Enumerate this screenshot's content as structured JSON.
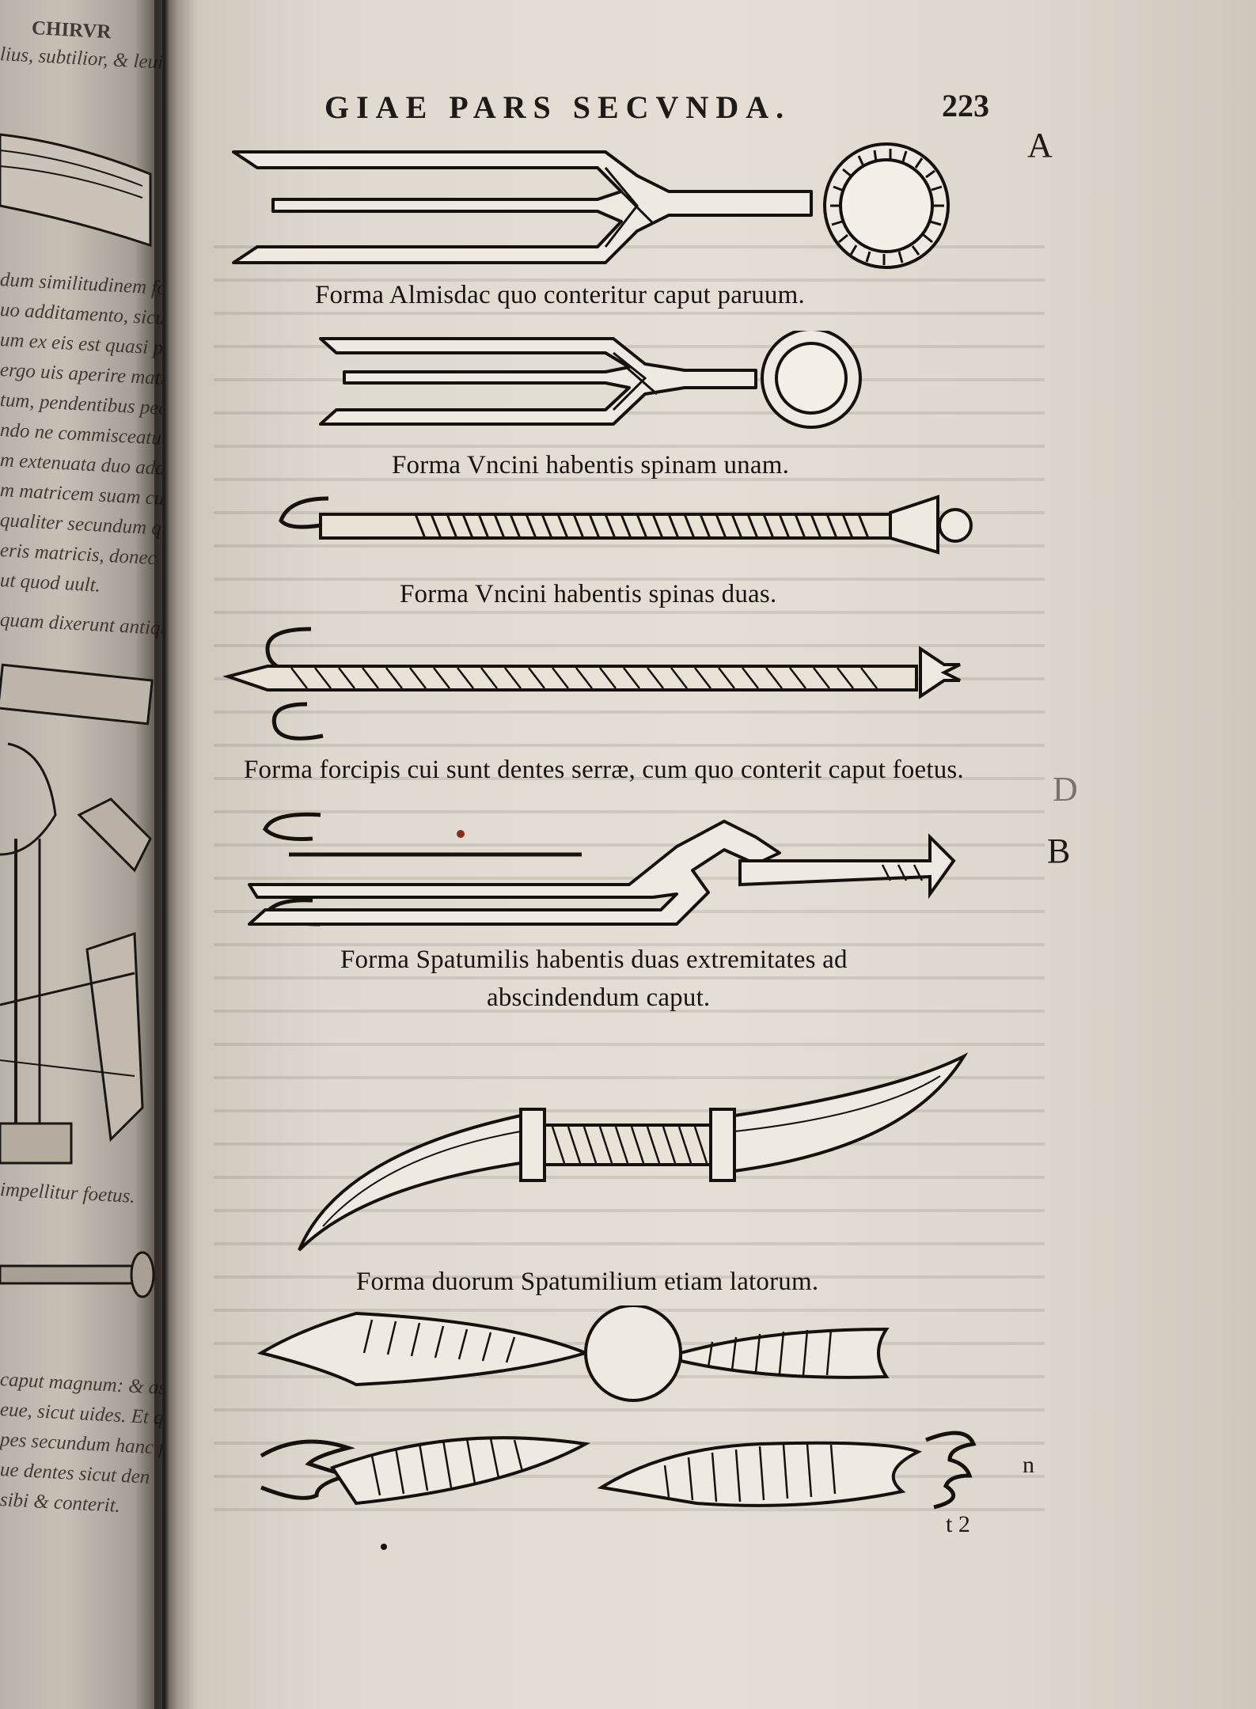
{
  "page": {
    "running_head": "GIAE PARS SECVNDA.",
    "page_number": "223",
    "margin_letters": [
      "A",
      "D",
      "B"
    ],
    "signature": "t 2",
    "bottom_right_mark": "n"
  },
  "left_page_fragments": [
    "CHIRVR",
    "lius, subtilior, & leuior.",
    "dum similitudinem formo",
    "uo additamento, sicut uides",
    "um ex eis est quasi palmus",
    "ergo uis aperire matricem",
    "tum, pendentibus pedibus",
    "ndo ne commisceatur ab",
    "m extenuata duo addita",
    "m matricem suam cum instru",
    "qualiter secundum quantitatem",
    "eris matricis, donec",
    "ut quod uult.",
    "quam dixerunt antiqui",
    "impellitur foetus.",
    "caput magnum: & assimilatur",
    "eue, sicut uides. Et quando",
    "pes secundum hanc fo",
    "ue dentes sicut den",
    "sibi & conterit."
  ],
  "captions": {
    "forma_1": "Forma Almisdac quo conteritur caput paruum.",
    "forma_2": "Forma Vncini habentis spinam unam.",
    "forma_3": "Forma Vncini habentis spinas duas.",
    "forma_4": "Forma forcipis cui sunt dentes serræ, cum quo conterit caput foetus.",
    "forma_5_line1": "Forma Spatumilis habentis duas extremitates ad",
    "forma_5_line2": "abscindendum caput.",
    "forma_6": "Forma duorum Spatumilium etiam latorum."
  }
}
